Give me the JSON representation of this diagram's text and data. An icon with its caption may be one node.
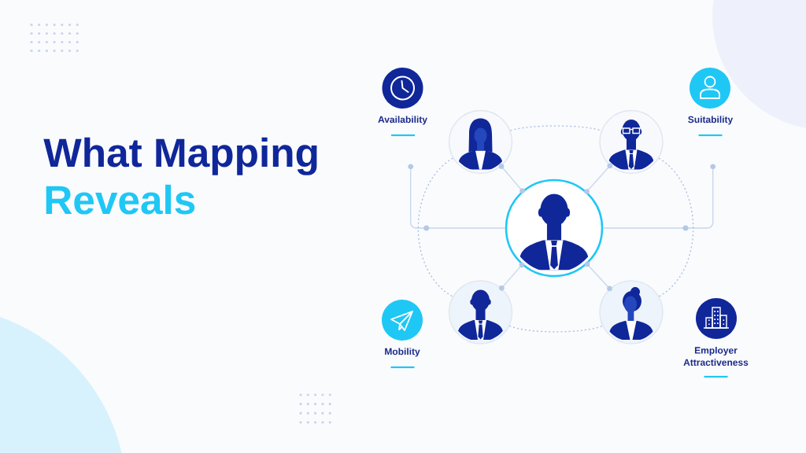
{
  "diagram": {
    "title": "What Mapping Reveals",
    "nodes": [
      {
        "text": [
          "Availability"
        ]
      },
      {
        "text": [],
        "shape": "person"
      },
      {
        "text": [],
        "shape": "person"
      },
      {
        "text": [
          "Suitability"
        ]
      },
      {
        "text": [],
        "shape": "person"
      },
      {
        "text": [
          "Mobility"
        ]
      },
      {
        "text": [],
        "shape": "person"
      },
      {
        "text": [],
        "shape": "person"
      },
      {
        "text": [
          "Employer Attractiveness"
        ]
      }
    ],
    "edges": [
      {
        "from": 4,
        "to": 1,
        "arrow": "other"
      },
      {
        "from": 4,
        "to": 2,
        "arrow": "other"
      },
      {
        "from": 4,
        "to": 6,
        "arrow": "other"
      },
      {
        "from": 4,
        "to": 7,
        "arrow": "other"
      },
      {
        "from": 4,
        "to": 0,
        "arrow": "other"
      },
      {
        "from": 4,
        "to": 3,
        "arrow": "other"
      },
      {
        "from": 1,
        "to": 2,
        "arrow": "none",
        "style": "dashed"
      },
      {
        "from": 1,
        "to": 6,
        "arrow": "none",
        "style": "dashed"
      },
      {
        "from": 2,
        "to": 7,
        "arrow": "none",
        "style": "dashed"
      },
      {
        "from": 6,
        "to": 7,
        "arrow": "none",
        "style": "dashed"
      }
    ]
  }
}
